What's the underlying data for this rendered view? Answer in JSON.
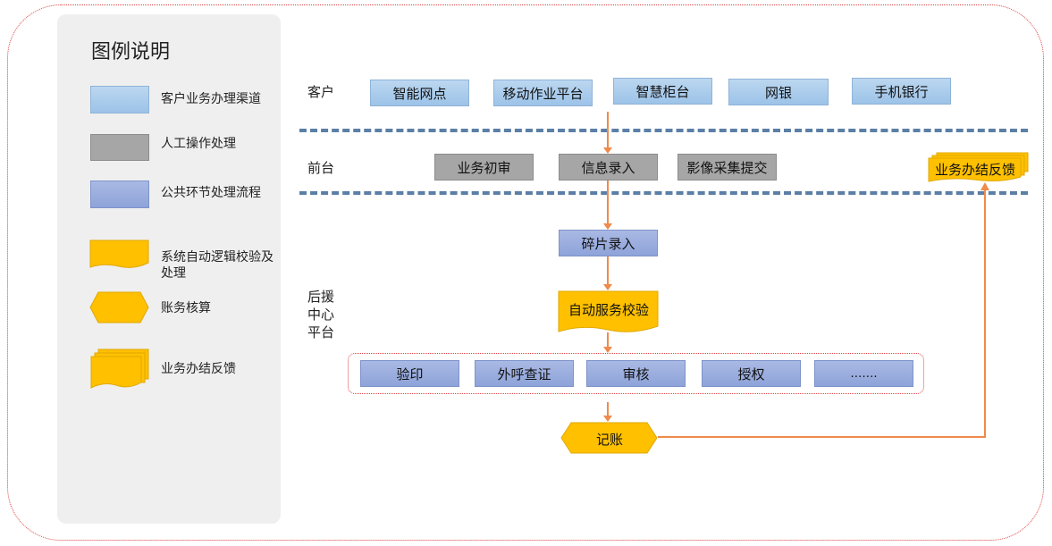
{
  "legend": {
    "title": "图例说明",
    "items": [
      {
        "label": "客户业务办理渠道",
        "color": "#a9cbee"
      },
      {
        "label": "人工操作处理",
        "color": "#a6a6a6"
      },
      {
        "label": "公共环节处理流程",
        "color": "#9aade0"
      },
      {
        "label": "系统自动逻辑校验及处理",
        "color": "#ffc000"
      },
      {
        "label": "账务核算",
        "color": "#ffc000"
      },
      {
        "label": "业务办结反馈",
        "color": "#ffc000"
      }
    ]
  },
  "lanes": {
    "customer": "客户",
    "front": "前台",
    "back": "后援中心平台"
  },
  "channels": [
    "智能网点",
    "移动作业平台",
    "智慧柜台",
    "网银",
    "手机银行"
  ],
  "front_steps": [
    "业务初审",
    "信息录入",
    "影像采集提交"
  ],
  "feedback": "业务办结反馈",
  "back_steps": {
    "fragment_entry": "碎片录入",
    "auto_check": "自动服务校验",
    "common": [
      "验印",
      "外呼查证",
      "审核",
      "授权",
      "……."
    ],
    "accounting": "记账"
  },
  "colors": {
    "arrow": "#f08a4b",
    "lane_divider": "#5b7fa6",
    "frame": "#dd4444",
    "system_shape": "#ffc000"
  }
}
